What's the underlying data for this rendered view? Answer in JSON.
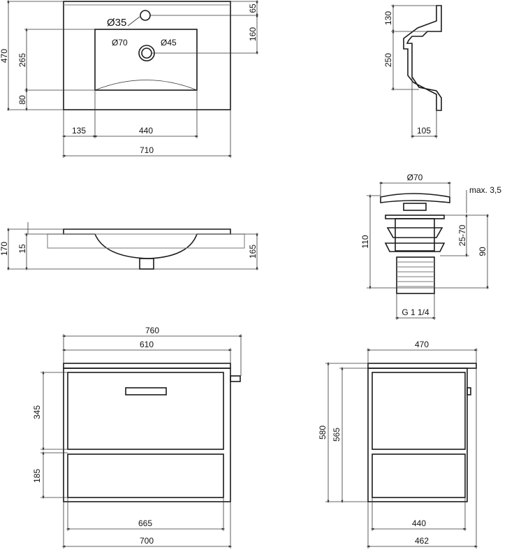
{
  "top_view": {
    "d_tap": "Ø35",
    "d_drain_outer": "Ø70",
    "d_drain_inner": "Ø45",
    "depth_total": "470",
    "basin_length": "265",
    "front_margin": "80",
    "tap_offset": "65",
    "tap_to_drain": "160",
    "left_margin": "135",
    "basin_width": "440",
    "total_width": "710"
  },
  "side_profile": {
    "top_height": "130",
    "basin_height": "250",
    "depth": "105"
  },
  "front_section": {
    "total_height": "170",
    "slab_thickness": "15",
    "bowl_depth": "165"
  },
  "drain": {
    "cap_diameter": "Ø70",
    "max_gap": "max. 3,5",
    "height": "110",
    "clamp_range": "25-70",
    "body_height": "90",
    "thread": "G 1 1/4"
  },
  "cabinet_front": {
    "top_width": "760",
    "body_width_top": "610",
    "drawer_height": "345",
    "lower_height": "185",
    "inner_width": "665",
    "width": "700"
  },
  "cabinet_side": {
    "top_depth": "470",
    "total_height": "580",
    "body_height": "565",
    "inner_depth": "440",
    "depth": "462"
  }
}
